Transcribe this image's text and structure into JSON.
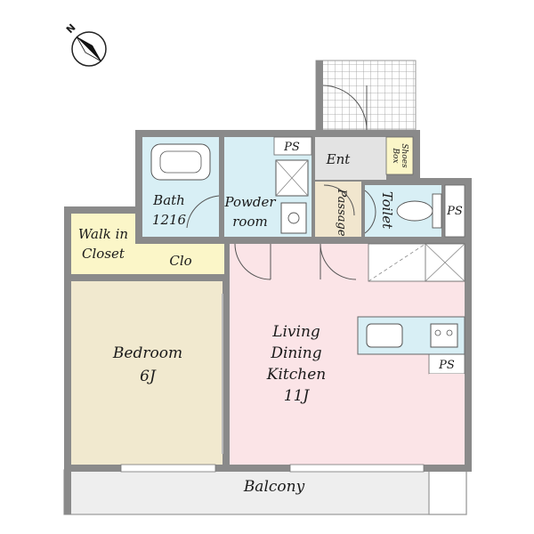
{
  "compass": {
    "north_label": "N",
    "icon": "compass-icon"
  },
  "colors": {
    "wall": "#8a8a8a",
    "bath_powder_toilet": "#d8eff5",
    "closet": "#fbf6c8",
    "bedroom": "#f1e9cf",
    "ldk": "#fbe4e7",
    "entrance": "#e3e3e3",
    "passage": "#f1e6ce",
    "balcony": "#eeeeee"
  },
  "rooms": {
    "walk_in_closet": [
      "Walk in",
      "Closet"
    ],
    "clo": "Clo",
    "bedroom": [
      "Bedroom",
      "6J"
    ],
    "bath": [
      "Bath",
      "1216"
    ],
    "powder_room": [
      "Powder",
      "room"
    ],
    "ps_top": "PS",
    "ent": "Ent",
    "shoes_box": [
      "Shoes",
      "Box"
    ],
    "passage": "Passage",
    "toilet": "Toilet",
    "ps_toilet": "PS",
    "ldk": [
      "Living",
      "Dining",
      "Kitchen",
      "11J"
    ],
    "ps_kitchen": "PS",
    "balcony": "Balcony"
  }
}
